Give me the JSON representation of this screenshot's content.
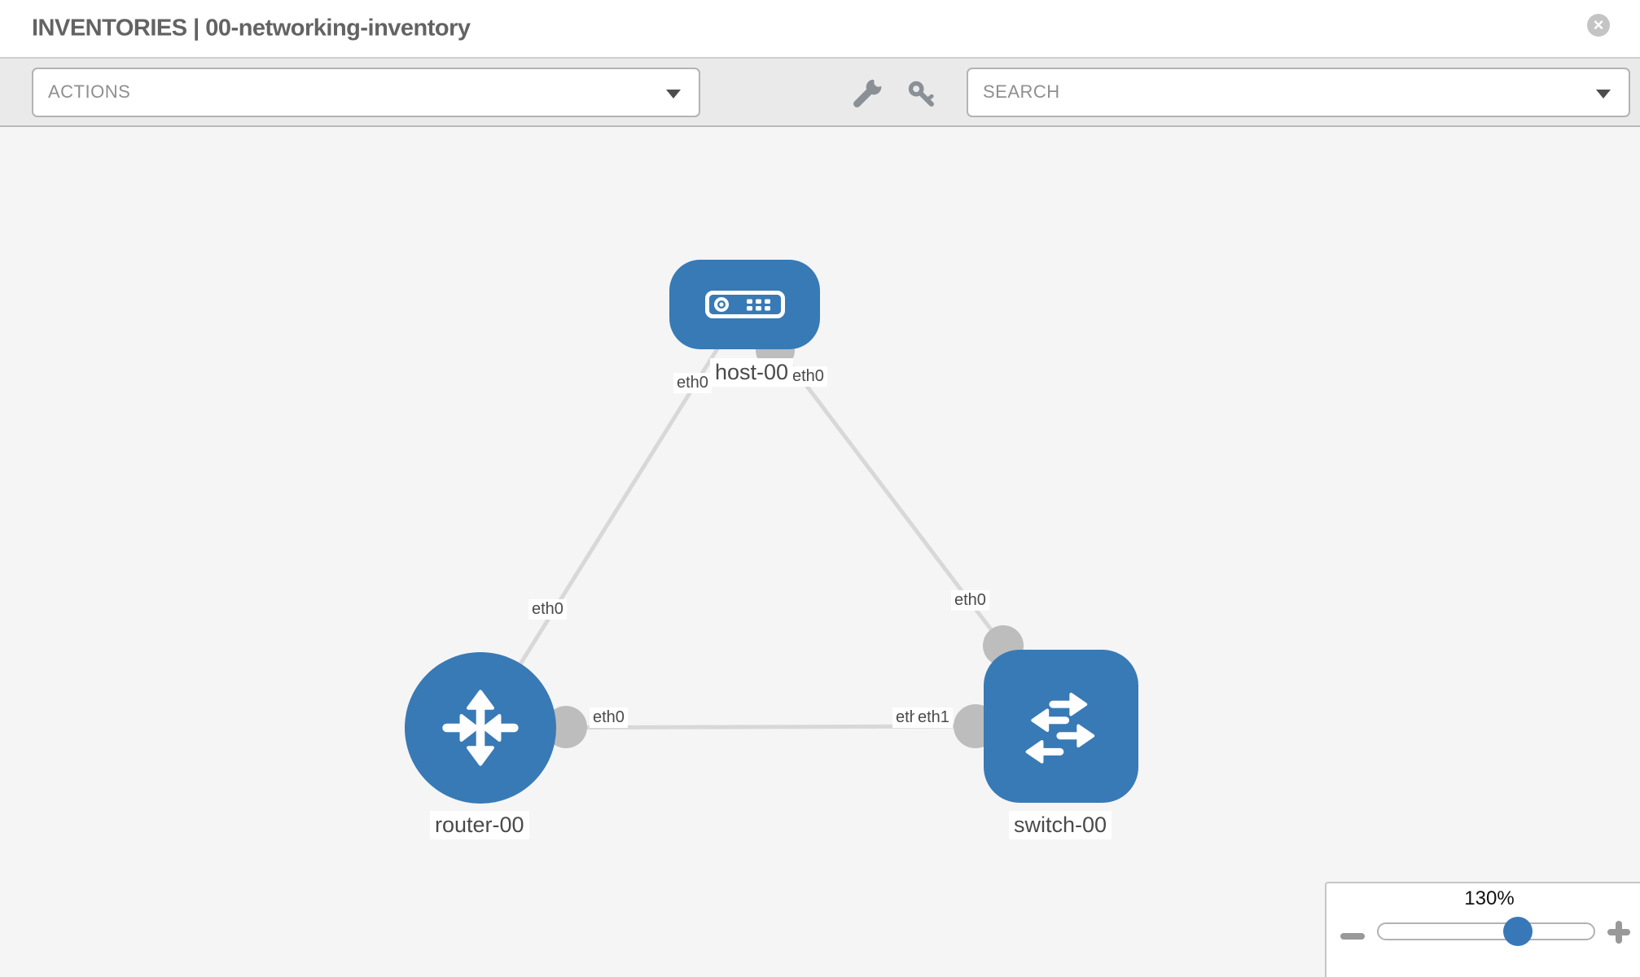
{
  "header": {
    "title": "INVENTORIES | 00-networking-inventory",
    "close_glyph": "×"
  },
  "toolbar": {
    "actions_dropdown": {
      "label": "ACTIONS"
    },
    "search_dropdown": {
      "label": "SEARCH"
    },
    "icons": [
      "wrench-icon",
      "key-icon"
    ]
  },
  "canvas": {
    "nodes": [
      {
        "id": "host-00",
        "label": "host-00",
        "type": "host"
      },
      {
        "id": "router-00",
        "label": "router-00",
        "type": "router"
      },
      {
        "id": "switch-00",
        "label": "switch-00",
        "type": "switch"
      }
    ],
    "links": [
      {
        "from": "host-00",
        "to": "router-00"
      },
      {
        "from": "host-00",
        "to": "switch-00"
      },
      {
        "from": "router-00",
        "to": "switch-00"
      }
    ],
    "interfaces": {
      "host_side_left": "eth0",
      "host_side_right": "eth0",
      "router_top": "eth0",
      "switch_top": "eth0",
      "mid_link_router_end": "eth0",
      "mid_link_switch_end_under": "eth0",
      "mid_link_switch_end_over": "eth1"
    }
  },
  "zoom_control": {
    "level": "130%"
  },
  "colors": {
    "node_blue": "#387ab5",
    "port_gray": "#bdbdbd",
    "link_gray": "#d8d8d8",
    "thumb_blue": "#3878b8",
    "toolbar_gray": "#eaeaea",
    "canvas_gray": "#f5f5f6",
    "title_gray": "#636363"
  }
}
